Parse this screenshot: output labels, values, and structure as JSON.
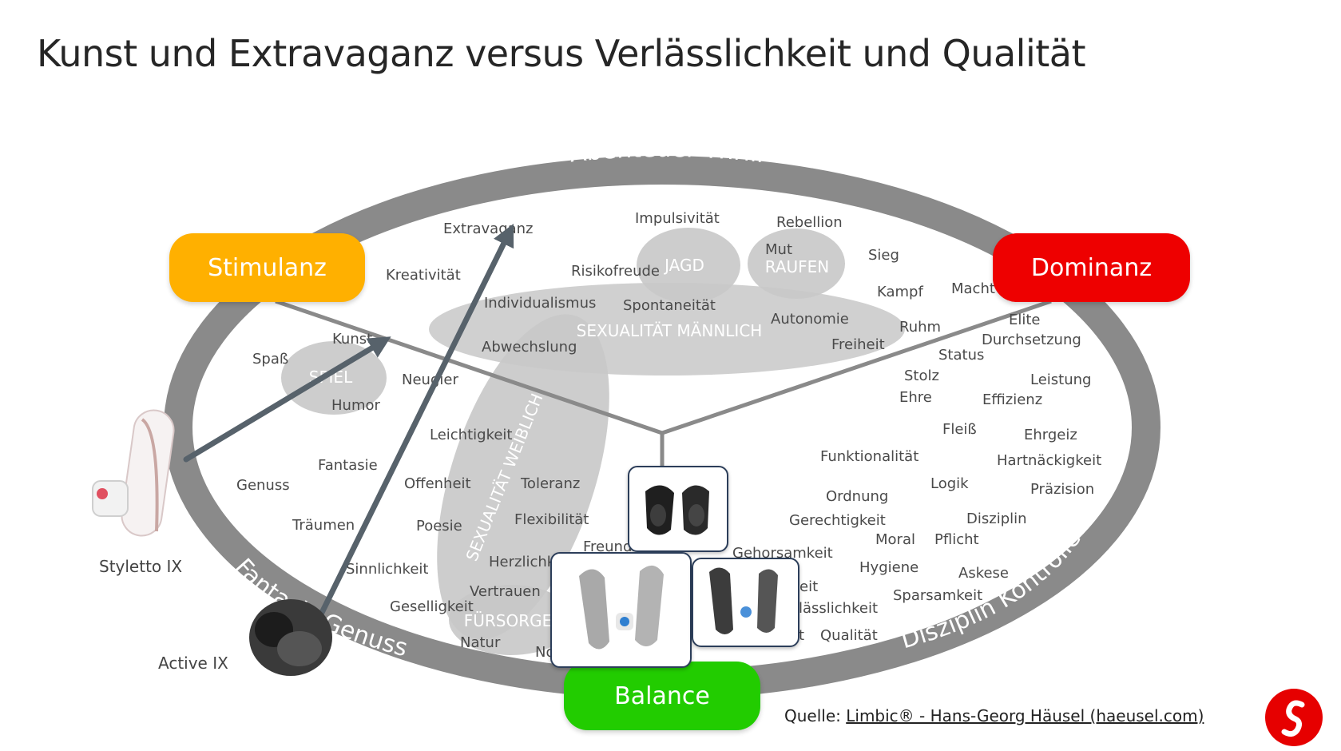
{
  "title": "Kunst und Extravaganz versus Verlässlichkeit und Qualität",
  "colors": {
    "stimulanz": "#ffb000",
    "dominanz": "#ee0000",
    "balance": "#22cc00",
    "ring": "#8a8a8a",
    "arrow": "#57626b",
    "blob": "#c8c8c8",
    "logo": "#e60000"
  },
  "poles": {
    "stimulanz": "Stimulanz",
    "dominanz": "Dominanz",
    "balance": "Balance"
  },
  "ring_labels": {
    "top": "Abenteuer Thrill",
    "left": "Fantasie Genuss",
    "right": "Disziplin Kontrolle"
  },
  "regions": {
    "jagd": "JAGD",
    "raufen": "RAUFEN",
    "spiel": "SPIEL",
    "sex_m": "SEXUALITÄT MÄNNLICH",
    "sex_w": "SEXUALITÄT WEIBLICH",
    "fuersorge": "FÜRSORGE"
  },
  "words": {
    "extravaganz": "Extravaganz",
    "impulsivitaet": "Impulsivität",
    "rebellion": "Rebellion",
    "mut": "Mut",
    "sieg": "Sieg",
    "kreativitaet": "Kreativität",
    "risikofreude": "Risikofreude",
    "kampf": "Kampf",
    "macht": "Macht",
    "individualismus": "Individualismus",
    "spontaneitaet": "Spontaneität",
    "autonomie": "Autonomie",
    "elite": "Elite",
    "kunst": "Kunst",
    "ruhm": "Ruhm",
    "durchsetzung": "Durchsetzung",
    "spass": "Spaß",
    "abwechslung": "Abwechslung",
    "freiheit": "Freiheit",
    "status": "Status",
    "neugier": "Neugier",
    "stolz": "Stolz",
    "leistung": "Leistung",
    "humor": "Humor",
    "ehre": "Ehre",
    "effizienz": "Effizienz",
    "leichtigkeit": "Leichtigkeit",
    "fleiss": "Fleiß",
    "ehrgeiz": "Ehrgeiz",
    "fantasie": "Fantasie",
    "funktionalitaet": "Funktionalität",
    "hartnaeckigkeit": "Hartnäckigkeit",
    "genuss": "Genuss",
    "offenheit": "Offenheit",
    "toleranz": "Toleranz",
    "logik": "Logik",
    "praezision": "Präzision",
    "ordnung": "Ordnung",
    "traeumen": "Träumen",
    "poesie": "Poesie",
    "flexibilitaet": "Flexibilität",
    "gerechtigkeit": "Gerechtigkeit",
    "disziplin": "Disziplin",
    "moral": "Moral",
    "pflicht": "Pflicht",
    "freund": "Freund",
    "gehorsamkeit": "Gehorsamkeit",
    "herzlichk": "Herzlichk",
    "sinnlichkeit": "Sinnlichkeit",
    "hygiene": "Hygiene",
    "askese": "Askese",
    "vertrauen": "Vertrauen",
    "eit": "eit",
    "sparsamkeit": "Sparsamkeit",
    "geselligkeit": "Geselligkeit",
    "laesslichkeit": "lässlichkeit",
    "natur": "Natur",
    "no": "No",
    "t": "t",
    "qualitaet": "Qualität"
  },
  "devices": {
    "styletto": "Styletto IX",
    "active": "Active IX"
  },
  "source": {
    "prefix": "Quelle: ",
    "link": "Limbic® - Hans-Georg Häusel (haeusel.com)"
  }
}
